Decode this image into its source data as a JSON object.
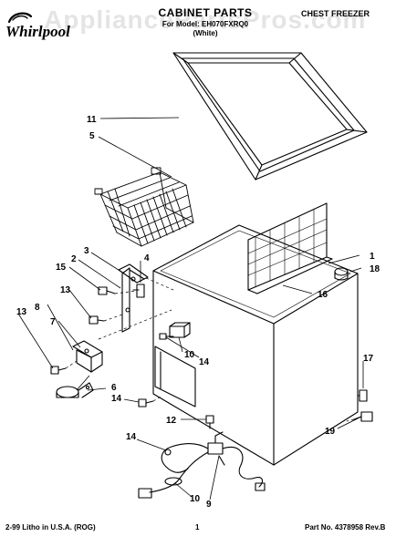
{
  "watermark": "AppliancePartsPros.com",
  "header": {
    "brand": "Whirlpool",
    "title": "CABINET PARTS",
    "model_line": "For Model: EH070FXRQ0",
    "variant_line": "(White)",
    "category": "CHEST FREEZER"
  },
  "footer": {
    "litho": "2-99 Litho in U.S.A. (ROG)",
    "page": "1",
    "part_no": "Part No. 4378958 Rev.B"
  },
  "callouts": {
    "c1": "1",
    "c2": "2",
    "c3": "3",
    "c4": "4",
    "c5": "5",
    "c6": "6",
    "c7": "7",
    "c8": "8",
    "c9": "9",
    "c10a": "10",
    "c10b": "10",
    "c11": "11",
    "c12": "12",
    "c13a": "13",
    "c13b": "13",
    "c14a": "14",
    "c14b": "14",
    "c14c": "14",
    "c15": "15",
    "c16": "16",
    "c17": "17",
    "c18": "18",
    "c19": "19"
  }
}
